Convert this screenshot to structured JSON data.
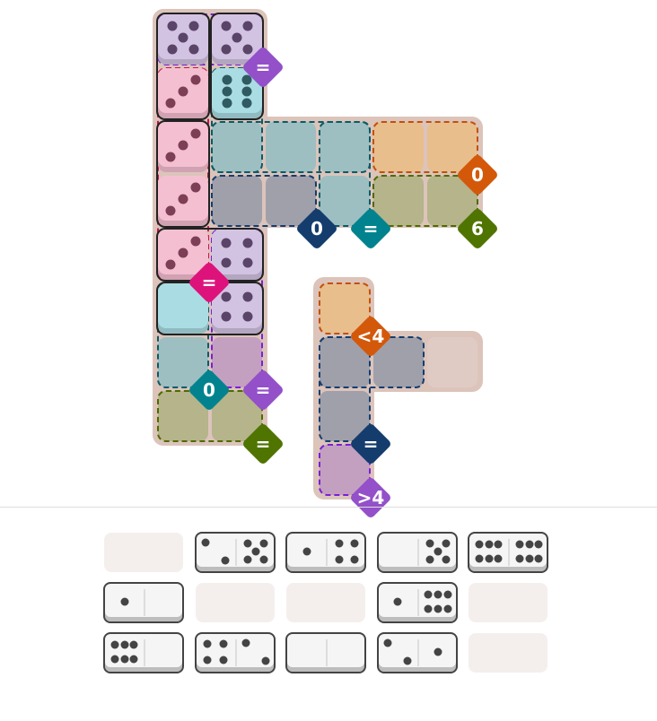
{
  "colors": {
    "board": "#dcc4bb",
    "empty_cell": "#e0cbc4"
  },
  "regions": [
    {
      "id": "top-purple",
      "fill": "#d3c3e3",
      "border": "#7a1fd6",
      "badge": "=",
      "badge_color": "#9350c9"
    },
    {
      "id": "pink",
      "fill": "#f5bfd2",
      "border": "#d01050",
      "badge": "=",
      "badge_color": "#dd137b"
    },
    {
      "id": "teal",
      "fill": "#9dbfc1",
      "border": "#0b5a66",
      "badge": "=",
      "badge_color": "#00838f"
    },
    {
      "id": "navy",
      "fill": "#a0a0ab",
      "border": "#143d6e",
      "badge": "0",
      "badge_color": "#143d6e"
    },
    {
      "id": "orange",
      "fill": "#e8be8d",
      "border": "#c2500a",
      "badge": "0",
      "badge_color": "#d4580a"
    },
    {
      "id": "olive",
      "fill": "#b5b48a",
      "border": "#4f6a00",
      "badge": "6",
      "badge_color": "#4f7400"
    },
    {
      "id": "mid-purple",
      "fill": "#c4a0c0",
      "border": "#7a1fd6",
      "badge": "=",
      "badge_color": "#9350c9"
    },
    {
      "id": "cyan",
      "fill": "#9dbfc1",
      "border": "#0b5a66",
      "badge": "0",
      "badge_color": "#00838f"
    },
    {
      "id": "bottom-olive",
      "fill": "#b5b48a",
      "border": "#4f6a00",
      "badge": "=",
      "badge_color": "#4f7400"
    },
    {
      "id": "right-orange",
      "fill": "#e8be8d",
      "border": "#c2500a",
      "badge": "<4",
      "badge_color": "#d4580a"
    },
    {
      "id": "right-navy",
      "fill": "#a0a0ab",
      "border": "#143d6e",
      "badge": "=",
      "badge_color": "#143d6e"
    },
    {
      "id": "right-purple",
      "fill": "#c4a0c0",
      "border": "#7a1fd6",
      "badge": ">4",
      "badge_color": "#9350c9"
    }
  ],
  "placed_dominoes": [
    {
      "values": [
        5,
        3
      ],
      "colors": [
        "#d3c3e3",
        "#f5bfd2"
      ],
      "pip_colors": [
        "#5a4468",
        "#7c3f55"
      ]
    },
    {
      "values": [
        5,
        6
      ],
      "colors": [
        "#d3c3e3",
        "#aadde3"
      ],
      "pip_colors": [
        "#5a4468",
        "#2f5a62"
      ]
    },
    {
      "values": [
        3,
        3
      ],
      "colors": [
        "#f5bfd2",
        "#f5bfd2"
      ],
      "pip_colors": [
        "#7c3f55",
        "#7c3f55"
      ]
    },
    {
      "values": [
        3,
        4
      ],
      "colors": [
        "#f5bfd2",
        "#d3c3e3"
      ],
      "pip_colors": [
        "#7c3f55",
        "#5a4468"
      ]
    },
    {
      "values": [
        0,
        4
      ],
      "colors": [
        "#aadde3",
        "#d3c3e3"
      ],
      "pip_colors": [
        "#2f5a62",
        "#5a4468"
      ]
    }
  ],
  "tray": [
    null,
    [
      2,
      5
    ],
    [
      1,
      4
    ],
    [
      0,
      5
    ],
    [
      6,
      6
    ],
    [
      1,
      0
    ],
    null,
    null,
    [
      1,
      6
    ],
    null,
    [
      6,
      0
    ],
    [
      4,
      2
    ],
    [
      0,
      0
    ],
    [
      2,
      1
    ],
    null
  ]
}
